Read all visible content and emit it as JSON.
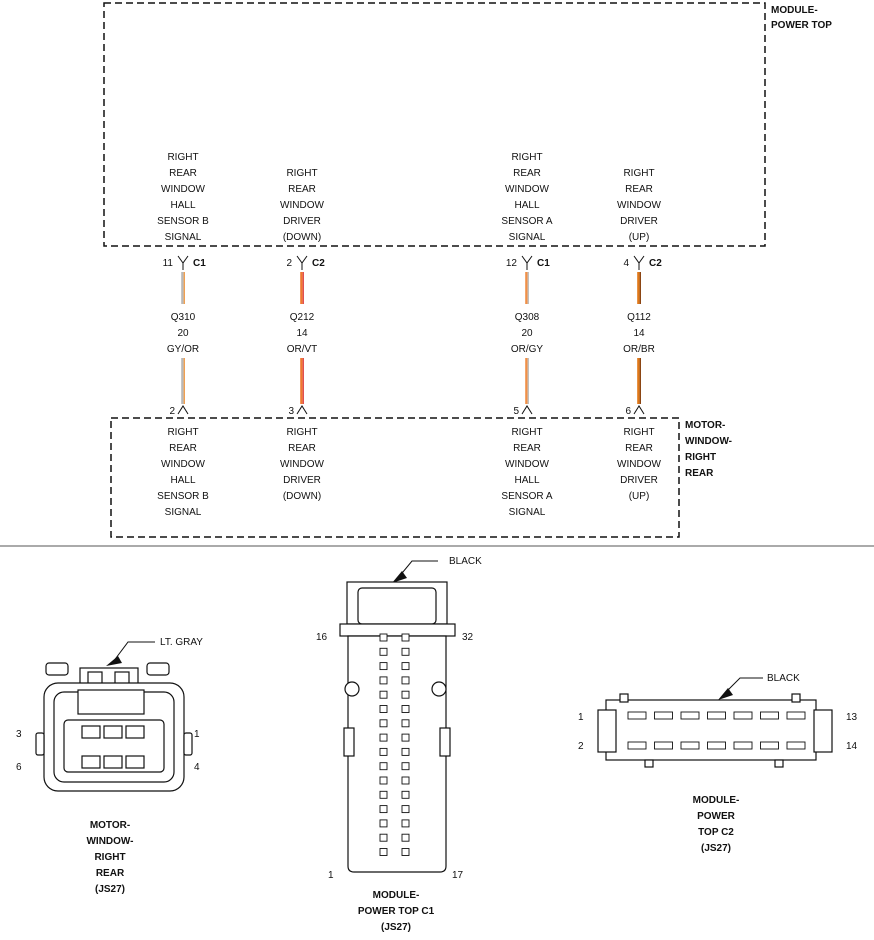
{
  "module_top": {
    "label_lines": [
      "MODULE-",
      "POWER TOP"
    ],
    "circuits": [
      {
        "lines": [
          "RIGHT",
          "REAR",
          "WINDOW",
          "HALL",
          "SENSOR B",
          "SIGNAL"
        ],
        "pin": "11",
        "conn": "C1"
      },
      {
        "lines": [
          "RIGHT",
          "REAR",
          "WINDOW",
          "DRIVER",
          "(DOWN)"
        ],
        "pin": "2",
        "conn": "C2"
      },
      {
        "lines": [
          "RIGHT",
          "REAR",
          "WINDOW",
          "HALL",
          "SENSOR A",
          "SIGNAL"
        ],
        "pin": "12",
        "conn": "C1"
      },
      {
        "lines": [
          "RIGHT",
          "REAR",
          "WINDOW",
          "DRIVER",
          "(UP)"
        ],
        "pin": "4",
        "conn": "C2"
      }
    ]
  },
  "wires": [
    {
      "circuit": "Q310",
      "gauge": "20",
      "color_code": "GY/OR",
      "color_main": "#b8b8b8",
      "color_stripe": "#f0a050"
    },
    {
      "circuit": "Q212",
      "gauge": "14",
      "color_code": "OR/VT",
      "color_main": "#f07830",
      "color_stripe": "#e05050"
    },
    {
      "circuit": "Q308",
      "gauge": "20",
      "color_code": "OR/GY",
      "color_main": "#f09048",
      "color_stripe": "#c0c0c0"
    },
    {
      "circuit": "Q112",
      "gauge": "14",
      "color_code": "OR/BR",
      "color_main": "#e07818",
      "color_stripe": "#8b4513"
    }
  ],
  "motor": {
    "label_lines": [
      "MOTOR-",
      "WINDOW-",
      "RIGHT",
      "REAR"
    ],
    "circuits": [
      {
        "lines": [
          "RIGHT",
          "REAR",
          "WINDOW",
          "HALL",
          "SENSOR B",
          "SIGNAL"
        ],
        "pin": "2"
      },
      {
        "lines": [
          "RIGHT",
          "REAR",
          "WINDOW",
          "DRIVER",
          "(DOWN)"
        ],
        "pin": "3"
      },
      {
        "lines": [
          "RIGHT",
          "REAR",
          "WINDOW",
          "HALL",
          "SENSOR A",
          "SIGNAL"
        ],
        "pin": "5"
      },
      {
        "lines": [
          "RIGHT",
          "REAR",
          "WINDOW",
          "DRIVER",
          "(UP)"
        ],
        "pin": "6"
      }
    ]
  },
  "connector_views": {
    "motor": {
      "color": "LT. GRAY",
      "pins": [
        "3",
        "1",
        "6",
        "4"
      ],
      "title_lines": [
        "MOTOR-",
        "WINDOW-",
        "RIGHT",
        "REAR",
        "(JS27)"
      ]
    },
    "c1": {
      "color": "BLACK",
      "pins": [
        "16",
        "32",
        "1",
        "17"
      ],
      "title_lines": [
        "MODULE-",
        "POWER TOP C1",
        "(JS27)"
      ]
    },
    "c2": {
      "color": "BLACK",
      "pins": [
        "1",
        "13",
        "2",
        "14"
      ],
      "title_lines": [
        "MODULE-",
        "POWER",
        "TOP C2",
        "(JS27)"
      ]
    }
  }
}
